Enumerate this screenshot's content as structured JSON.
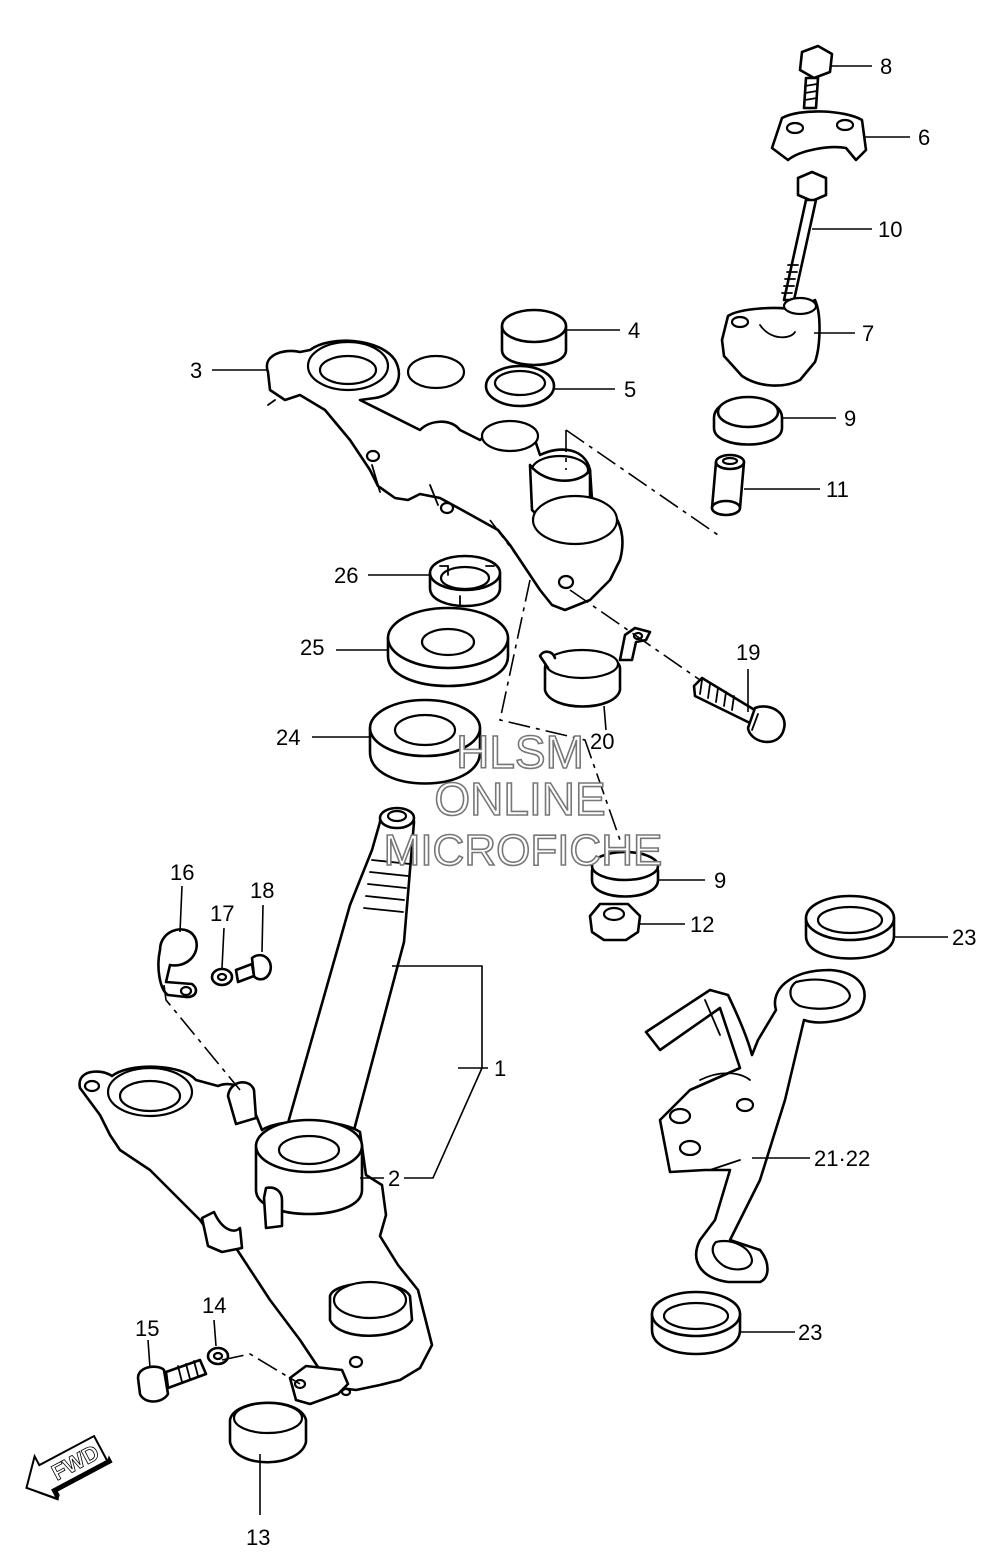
{
  "callouts": {
    "c1": "1",
    "c2": "2",
    "c3": "3",
    "c4": "4",
    "c5": "5",
    "c6": "6",
    "c7": "7",
    "c8": "8",
    "c9a": "9",
    "c9b": "9",
    "c10": "10",
    "c11": "11",
    "c12": "12",
    "c13": "13",
    "c14": "14",
    "c15": "15",
    "c16": "16",
    "c17": "17",
    "c18": "18",
    "c19": "19",
    "c20": "20",
    "c21_22": "21·22",
    "c23a": "23",
    "c23b": "23",
    "c24": "24",
    "c25": "25",
    "c26": "26"
  },
  "watermark": {
    "line1": "HLSM",
    "line2": "ONLINE",
    "line3": "MICROFICHE"
  },
  "direction_badge": "FWD",
  "colors": {
    "line": "#000000",
    "background": "#ffffff",
    "watermark": "#777777"
  }
}
